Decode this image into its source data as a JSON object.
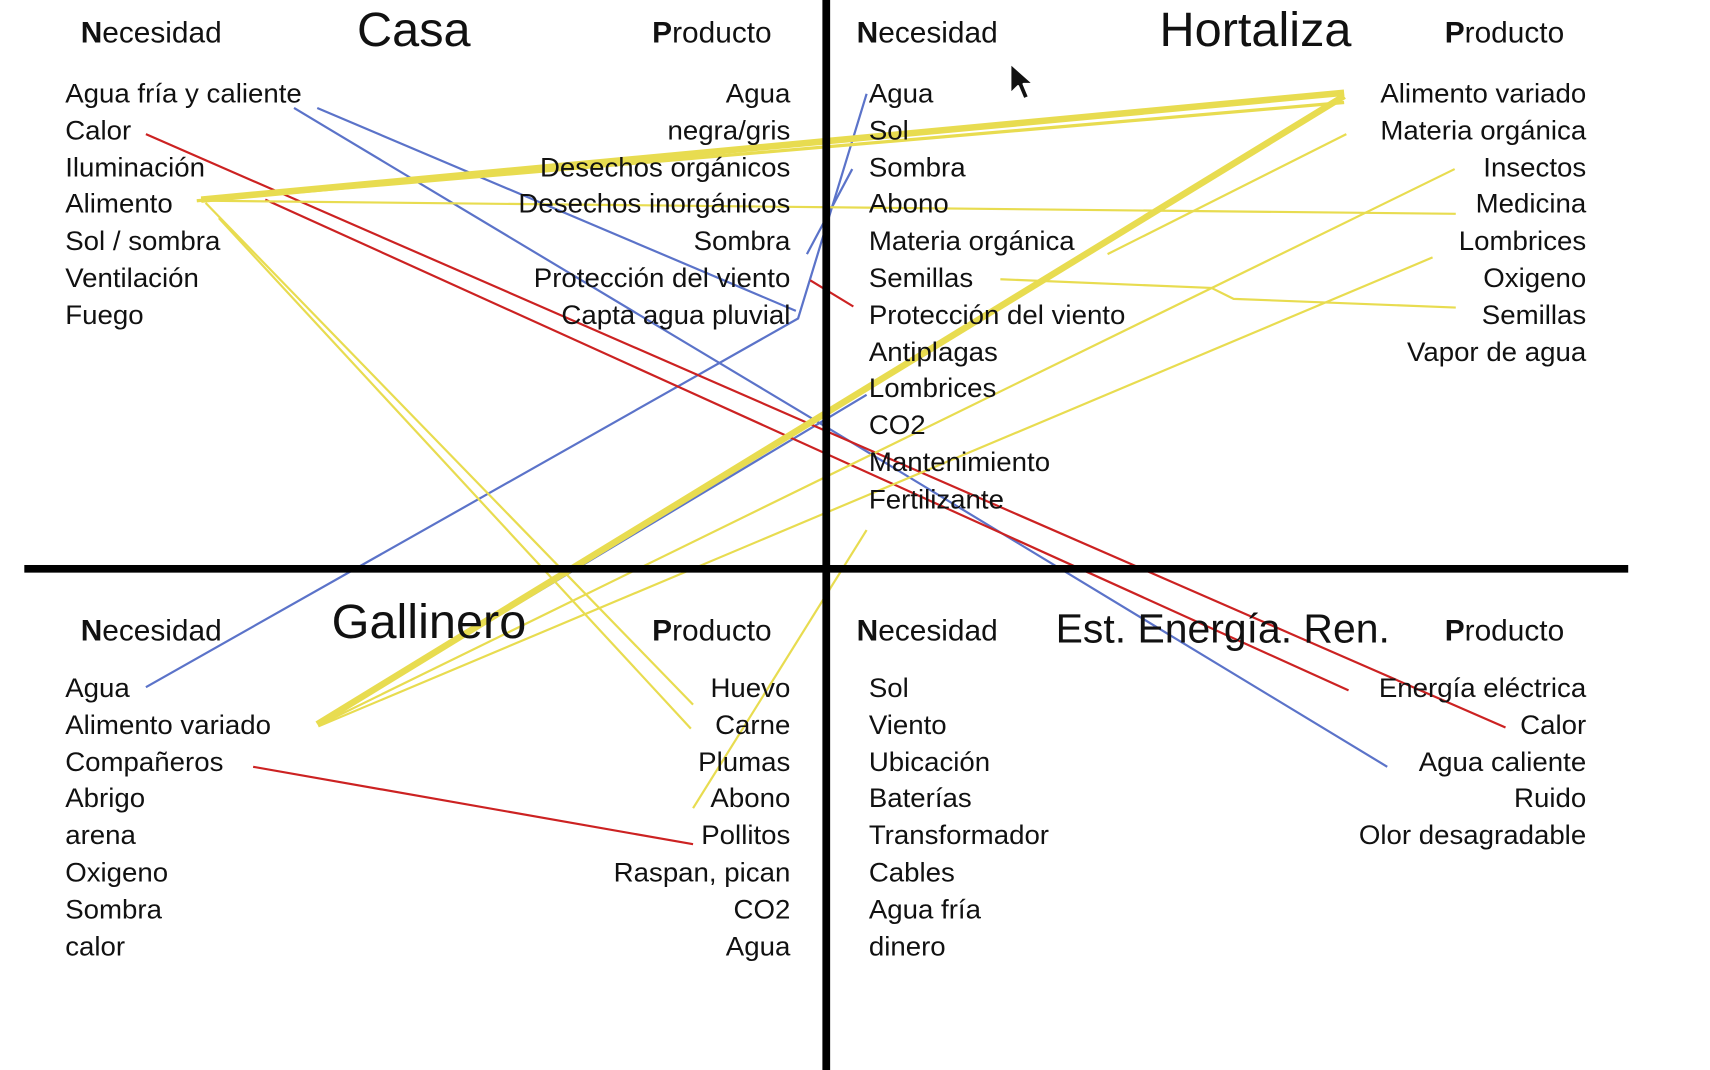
{
  "quadrants": {
    "casa": {
      "title": "Casa",
      "necesidad_header": {
        "cap": "N",
        "rest": "ecesidad"
      },
      "producto_header": {
        "cap": "P",
        "rest": "roducto"
      },
      "necesidades": [
        "Agua fría y caliente",
        "Calor",
        "Iluminación",
        "Alimento",
        "Sol / sombra",
        "Ventilación",
        "Fuego"
      ],
      "productos": [
        "Agua",
        "negra/gris",
        "Desechos orgánicos",
        "Desechos inorgánicos",
        "Sombra",
        "Protección del viento",
        "Capta agua pluvial"
      ]
    },
    "hortaliza": {
      "title": "Hortaliza",
      "necesidad_header": {
        "cap": "N",
        "rest": "ecesidad"
      },
      "producto_header": {
        "cap": "P",
        "rest": "roducto"
      },
      "necesidades": [
        "Agua",
        "Sol",
        "Sombra",
        "Abono",
        "Materia orgánica",
        "Semillas",
        "Protección del viento",
        "Antiplagas",
        "Lombrices",
        "CO2",
        "Mantenimiento",
        "Fertilizante"
      ],
      "productos": [
        "Alimento variado",
        "Materia orgánica",
        "Insectos",
        "Medicina",
        "Lombrices",
        "Oxigeno",
        "Semillas",
        "Vapor de agua"
      ]
    },
    "gallinero": {
      "title": "Gallinero",
      "necesidad_header": {
        "cap": "N",
        "rest": "ecesidad"
      },
      "producto_header": {
        "cap": "P",
        "rest": "roducto"
      },
      "necesidades": [
        "Agua",
        "Alimento variado",
        "Compañeros",
        "Abrigo",
        "arena",
        "Oxigeno",
        "Sombra",
        "calor"
      ],
      "productos": [
        "Huevo",
        "Carne",
        "Plumas",
        "Abono",
        "Pollitos",
        "Raspan, pican",
        "CO2",
        "Agua"
      ]
    },
    "energia": {
      "title": "Est. Energía. Ren.",
      "necesidad_header": {
        "cap": "N",
        "rest": "ecesidad"
      },
      "producto_header": {
        "cap": "P",
        "rest": "roducto"
      },
      "necesidades": [
        "Sol",
        "Viento",
        "Ubicación",
        "Baterías",
        "Transformador",
        "Cables",
        "Agua fría",
        "dinero"
      ],
      "productos": [
        "Energía eléctrica",
        "Calor",
        "Agua caliente",
        "Ruido",
        "Olor desagradable"
      ]
    }
  },
  "colors": {
    "water_link": "#5b73c9",
    "heat_link": "#cc2222",
    "food_link": "#e8dc50",
    "axis": "#000000"
  }
}
